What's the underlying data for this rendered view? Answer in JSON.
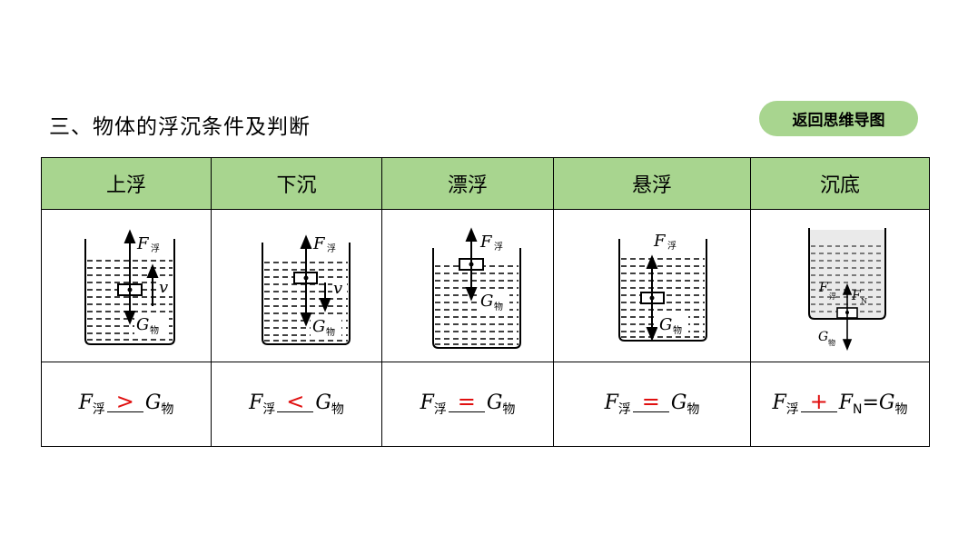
{
  "section_title": "三、物体的浮沉条件及判断",
  "back_button": "返回思维导图",
  "columns": [
    "上浮",
    "下沉",
    "漂浮",
    "悬浮",
    "沉底"
  ],
  "labels": {
    "F": "F",
    "G": "G",
    "v": "v",
    "FN_main": "F",
    "sub_buoy": "浮",
    "sub_obj": "物",
    "sub_N": "N"
  },
  "equations": [
    {
      "relation": ">"
    },
    {
      "relation": "<"
    },
    {
      "relation": "="
    },
    {
      "relation": "="
    },
    {
      "relation": "+",
      "suffix": "=G"
    }
  ]
}
